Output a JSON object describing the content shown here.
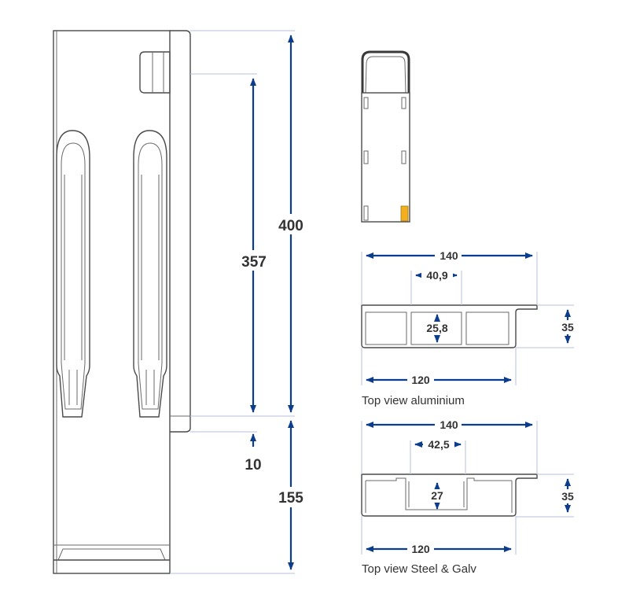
{
  "colors": {
    "dimension": "#0b3d8c",
    "extension": "#b9bfdc",
    "outline": "#4a4a4a",
    "accent": "#f2b01e"
  },
  "front_view": {
    "dim_total": "400",
    "dim_hole": "357",
    "dim_offset": "10",
    "dim_base": "155"
  },
  "aluminium": {
    "width_overall": "140",
    "width_inner": "40,9",
    "height_inner": "25,8",
    "height_overall": "35",
    "width_body": "120",
    "caption": "Top view aluminium"
  },
  "steel": {
    "width_overall": "140",
    "width_inner": "42,5",
    "height_inner": "27",
    "height_overall": "35",
    "width_body": "120",
    "caption": "Top view Steel & Galv"
  }
}
